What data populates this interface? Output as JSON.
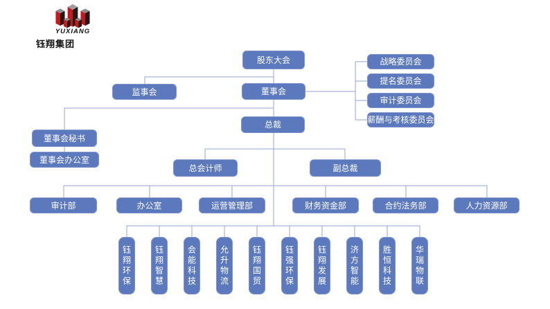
{
  "brand": {
    "logo_text": "YUXIANG",
    "company_name": "钰翔集团",
    "logo_red": "#c9171e",
    "logo_dark": "#231815"
  },
  "colors": {
    "node_fill": "#5c79bd",
    "node_border": "#8094cc",
    "node_text": "#ffffff",
    "connector": "#93a4cf"
  },
  "org": {
    "shareholders": "股东大会",
    "supervisory_board": "监事会",
    "board_of_directors": "董事会",
    "committees": [
      "战略委员会",
      "提名委员会",
      "审计委员会",
      "薪酬与考核委员会"
    ],
    "president": "总裁",
    "board_secretary": "董事会秘书",
    "board_office": "董事会办公室",
    "chief_accountant": "总会计师",
    "vice_president": "副总裁",
    "departments": [
      "审计部",
      "办公室",
      "运营管理部",
      "财务资金部",
      "合约法务部",
      "人力资源部"
    ],
    "subsidiaries": [
      "钰翔环保",
      "钰翔智慧",
      "会能科技",
      "允升物流",
      "钰翔国贸",
      "钰强环保",
      "钰翔发展",
      "济方智能",
      "胜恒科技",
      "华瑞物联"
    ]
  }
}
